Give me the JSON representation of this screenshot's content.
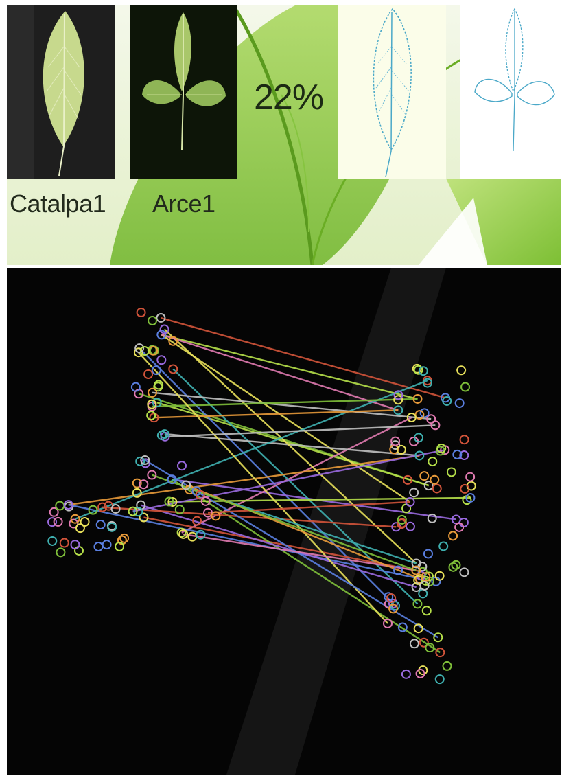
{
  "captions": {
    "catalpa": "Catalpa1",
    "arce": "Arce1"
  },
  "similarity": "22%",
  "colors": {
    "banner_green": "#8cc63f",
    "leaf_pale": "#c9d98f",
    "outline_blue": "#4aa8c8",
    "panel_bg": "#050505"
  }
}
